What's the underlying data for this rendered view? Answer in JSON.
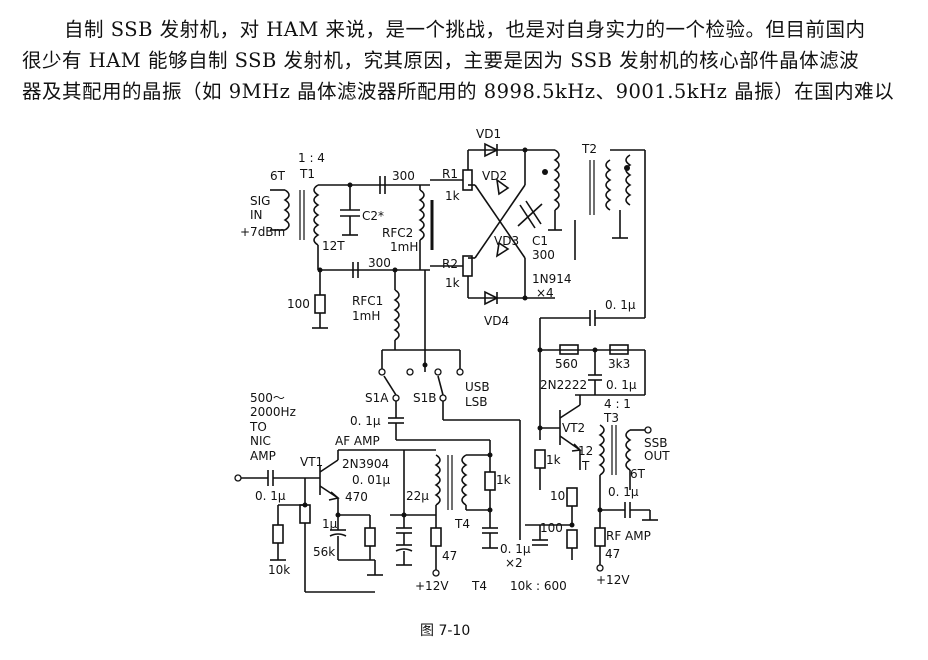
{
  "text": {
    "line1": "自制 SSB 发射机，对 HAM 来说，是一个挑战，也是对自身实力的一个检验。但目前国内",
    "line2": "很少有 HAM 能够自制 SSB 发射机，究其原因，主要是因为 SSB 发射机的核心部件晶体滤波",
    "line3": "器及其配用的晶振（如 9MHz 晶体滤波器所配用的 8998.5kHz、9001.5kHz 晶振）在国内难以"
  },
  "caption": "图 7-10",
  "labels": {
    "t1_ratio": "1 : 4",
    "t1": "T1",
    "t1_6t": "6T",
    "sig": "SIG",
    "in": "IN",
    "dbm": "+7dBm",
    "t1_12t": "12T",
    "c300a": "300",
    "c2": "C2*",
    "rfc2": "RFC2",
    "rfc2_val": "1mH",
    "c300b": "300",
    "r100": "100",
    "rfc1": "RFC1",
    "rfc1_val": "1mH",
    "vd1": "VD1",
    "vd2": "VD2",
    "vd3": "VD3",
    "vd4": "VD4",
    "r1": "R1",
    "r1_val": "1k",
    "r2": "R2",
    "r2_val": "1k",
    "c1": "C1",
    "c1_val": "300",
    "diode_type": "1N914",
    "diode_count": "×4",
    "t2": "T2",
    "c01a": "0. 1μ",
    "r560": "560",
    "r3k3": "3k3",
    "q2type": "2N2222",
    "c01b": "0. 1μ",
    "t3_ratio": "4 : 1",
    "t3": "T3",
    "vt2": "VT2",
    "t3_12": "12",
    "t3_t": "T",
    "t3_6t": "6T",
    "ssb": "SSB",
    "out": "OUT",
    "r1k_b": "1k",
    "r10": "10",
    "c01c": "0. 1μ",
    "r100b": "100",
    "rfamp": "RF  AMP",
    "r47b": "47",
    "v12b": "+12V",
    "s1a": "S1A",
    "s1b": "S1B",
    "usb": "USB",
    "lsb": "LSB",
    "c01d": "0. 1μ",
    "freq1": "500～",
    "freq2": "2000Hz",
    "to": "TO",
    "nic": "NIC",
    "amp": "AMP",
    "afamp": "AF AMP",
    "vt1": "VT1",
    "q1type": "2N3904",
    "c001": "0. 01μ",
    "c22": "22μ",
    "r470": "470",
    "c1u": "1μ",
    "r56k": "56k",
    "c01e": "0. 1μ",
    "r10k": "10k",
    "r1k_c": "1k",
    "t4": "T4",
    "r47": "47",
    "v12": "+12V",
    "t4b": "T4",
    "c01x2": "0. 1μ",
    "x2": "×2",
    "ratio": "10k : 600"
  }
}
